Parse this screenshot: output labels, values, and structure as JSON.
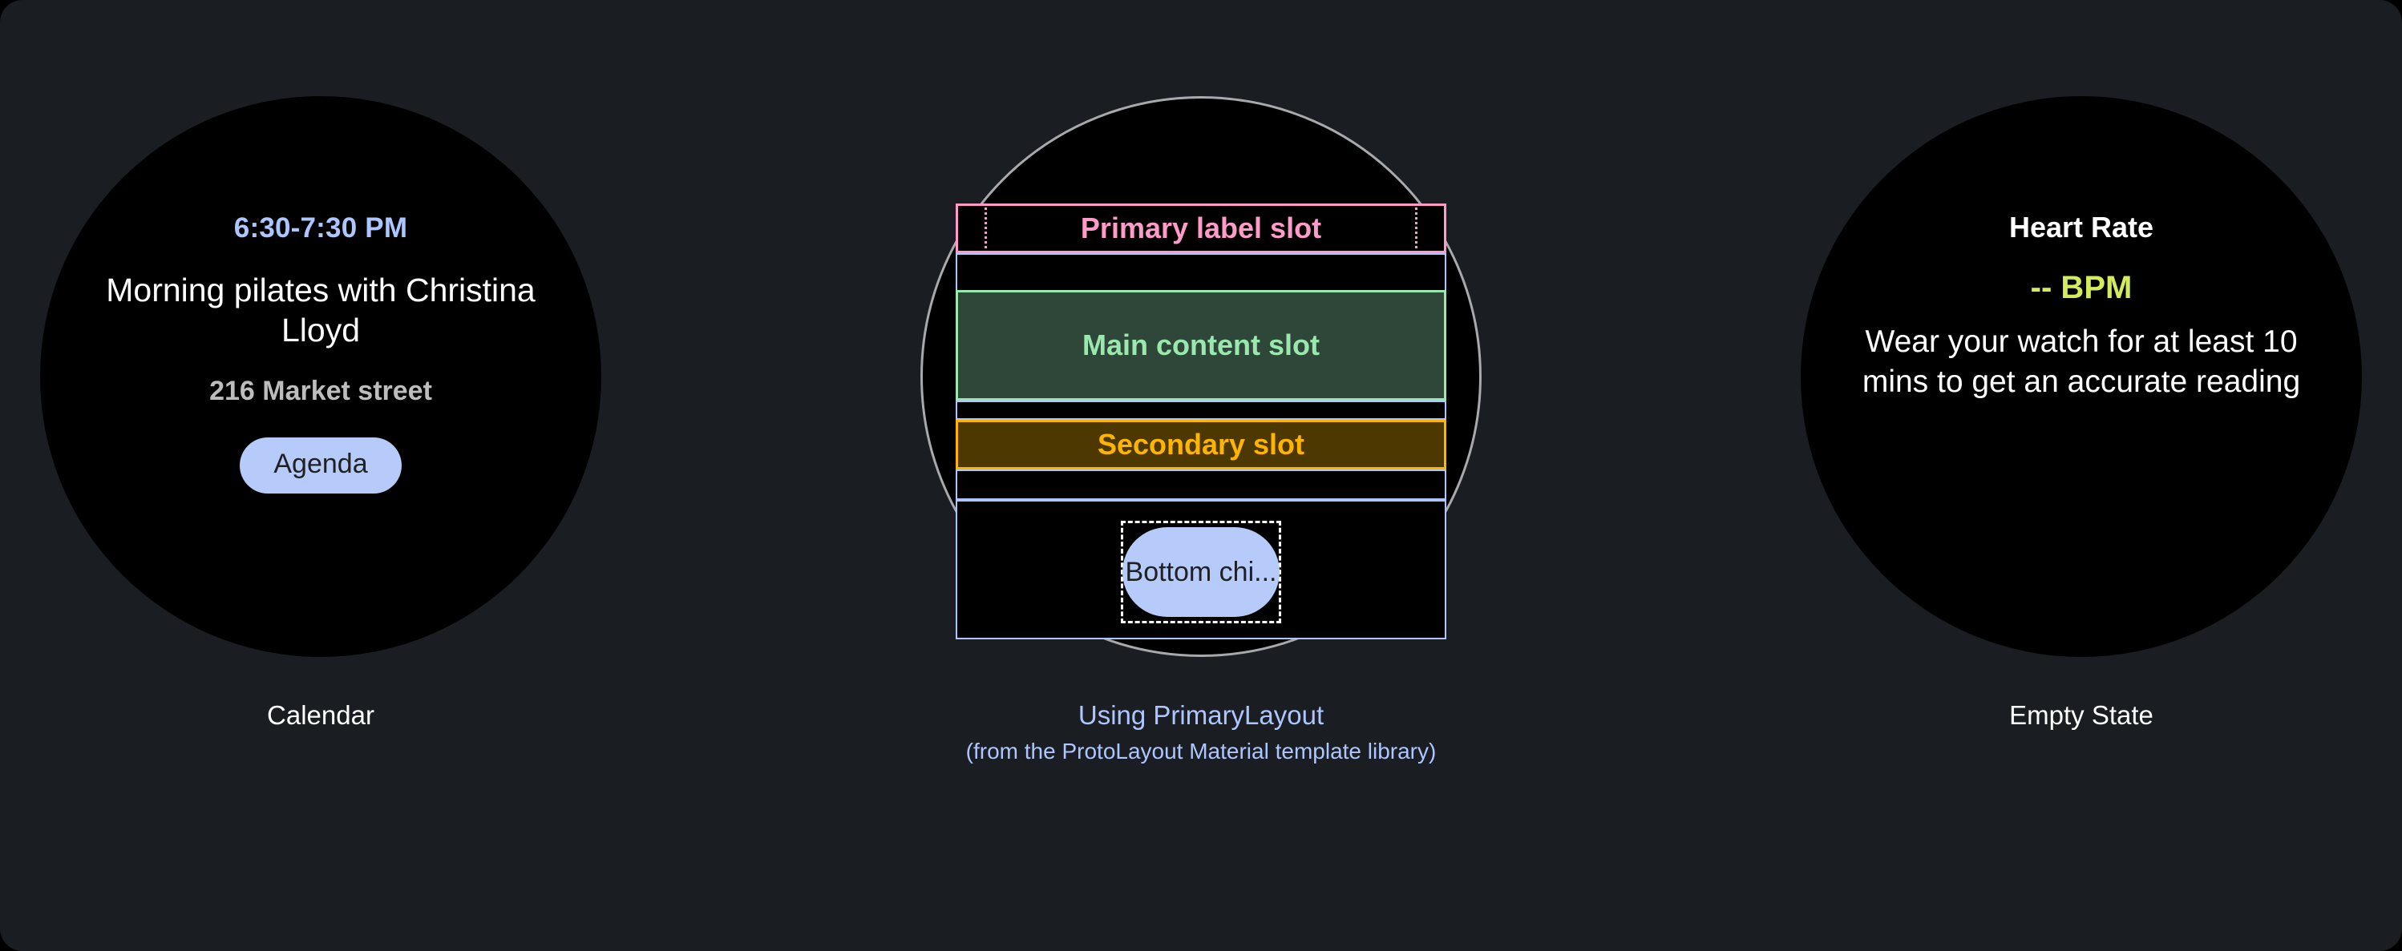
{
  "canvas": {
    "background": "#1A1E22",
    "outer_background": "#000000"
  },
  "colors": {
    "accent_blue": "#AEC6FF",
    "chip_fill": "#B7CBFA",
    "chip_text": "#202124",
    "primary_slot": "#FF9BC8",
    "main_slot_border": "#9BE8AF",
    "main_slot_fill": "#2F4739",
    "secondary_slot_border": "#FFB400",
    "secondary_slot_fill": "#4C3800",
    "bpm_green": "#D3EC5B",
    "watch_ring": "#A8A9AD",
    "watch_face": "#000000",
    "muted_text": "#BDBDBD"
  },
  "panels": [
    {
      "id": "calendar",
      "caption": "Calendar",
      "screen": {
        "time_range": "6:30-7:30 PM",
        "event_title": "Morning pilates with Christina Lloyd",
        "location": "216 Market street",
        "chip_label": "Agenda"
      }
    },
    {
      "id": "primary-layout",
      "caption": "Using PrimaryLayout",
      "caption_sub": "(from the ProtoLayout Material template library)",
      "slots": {
        "primary_label": "Primary label slot",
        "main_content": "Main content slot",
        "secondary": "Secondary slot",
        "bottom_chip": "Bottom chi..."
      }
    },
    {
      "id": "empty-state",
      "caption": "Empty State",
      "screen": {
        "title": "Heart Rate",
        "value": "-- BPM",
        "body": "Wear your watch for at least 10 mins to get an accurate reading"
      }
    }
  ]
}
